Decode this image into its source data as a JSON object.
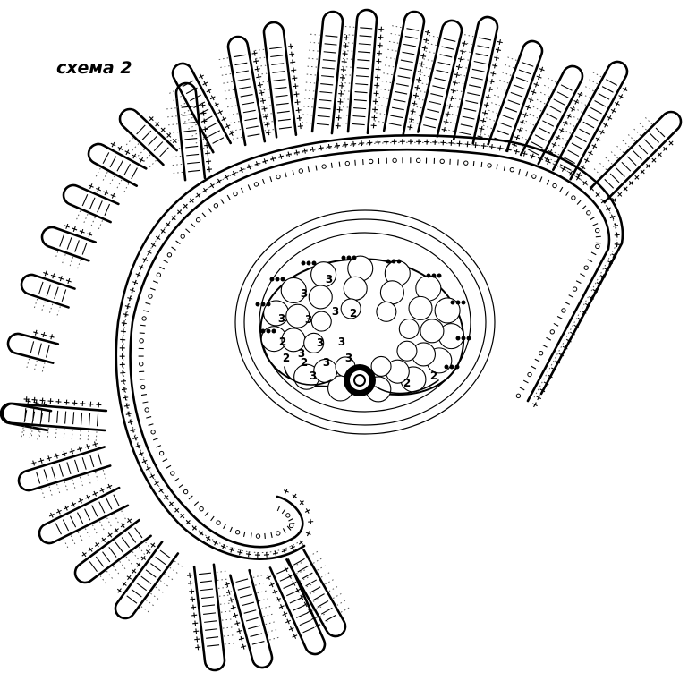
{
  "diagram": {
    "title": "схема 2",
    "center_labels": [
      "3",
      "3",
      "3",
      "3",
      "3",
      "3",
      "3",
      "3",
      "3",
      "3",
      "3",
      "2",
      "2",
      "2",
      "2",
      "2",
      "2"
    ],
    "colors": {
      "ink": "#000000",
      "paper": "#ffffff",
      "grid": "#555555"
    },
    "icons": [
      "crochet-rib-icon",
      "paisley-motif-icon",
      "center-ring-icon"
    ]
  }
}
